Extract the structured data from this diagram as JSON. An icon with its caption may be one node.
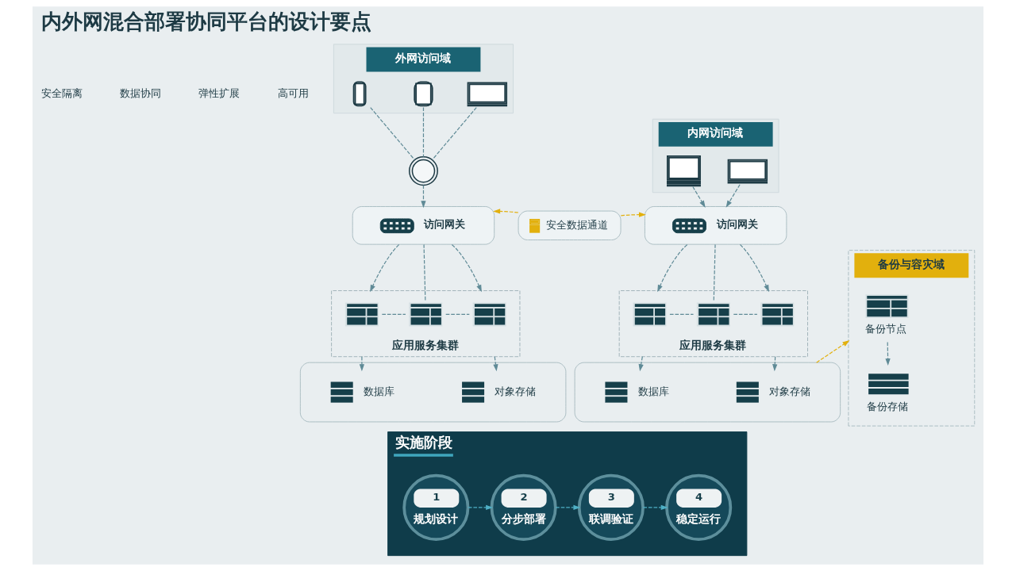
{
  "diagram": {
    "title": "内外网混合部署协同平台的设计要点",
    "nodes": [
      {
        "text": [
          "外网访问域"
        ]
      },
      {
        "text": [],
        "shape": "picture",
        "in": 0
      },
      {
        "text": [],
        "shape": "picture",
        "in": 0
      },
      {
        "text": [],
        "shape": "picture",
        "in": 0
      },
      {
        "text": [
          "内网访问域"
        ]
      },
      {
        "text": [],
        "shape": "picture",
        "in": 4
      },
      {
        "text": [],
        "shape": "picture",
        "in": 4
      },
      {
        "text": [],
        "shape": "circle"
      },
      {
        "text": [
          "访问网关"
        ]
      },
      {
        "text": [
          "安全数据通道"
        ]
      },
      {
        "text": [
          "访问网关"
        ]
      },
      {
        "text": [
          "备份与容灾域"
        ]
      },
      {
        "text": [
          "备份节点"
        ],
        "in": 11
      },
      {
        "text": [
          "备份存储"
        ],
        "in": 11
      },
      {
        "text": [
          "应用服务集群"
        ]
      },
      {
        "text": [],
        "shape": "picture",
        "in": 14
      },
      {
        "text": [],
        "shape": "picture",
        "in": 14
      },
      {
        "text": [],
        "shape": "picture",
        "in": 14
      },
      {
        "text": [
          "应用服务集群"
        ]
      },
      {
        "text": [],
        "shape": "picture",
        "in": 18
      },
      {
        "text": [],
        "shape": "picture",
        "in": 18
      },
      {
        "text": [],
        "shape": "picture",
        "in": 18
      },
      {
        "text": [],
        "shape": "box"
      },
      {
        "text": [
          "数据库"
        ],
        "in": 22
      },
      {
        "text": [
          "对象存储"
        ],
        "in": 22
      },
      {
        "text": [],
        "shape": "box"
      },
      {
        "text": [
          "数据库"
        ],
        "in": 25
      },
      {
        "text": [
          "对象存储"
        ],
        "in": 25
      },
      {
        "text": [
          "实施阶段"
        ]
      },
      {
        "text": [
          "1",
          "规划设计"
        ],
        "in": 28
      },
      {
        "text": [
          "2",
          "分步部署"
        ],
        "in": 28
      },
      {
        "text": [
          "3",
          "联调验证"
        ],
        "in": 28
      },
      {
        "text": [
          "4",
          "稳定运行"
        ],
        "in": 28
      }
    ],
    "edges": [
      {
        "from": 1,
        "to": 7,
        "arrow": "none",
        "style": "dashed"
      },
      {
        "from": 2,
        "to": 7,
        "arrow": "none",
        "style": "dashed"
      },
      {
        "from": 3,
        "to": 7,
        "arrow": "none",
        "style": "dashed"
      },
      {
        "from": 7,
        "to": 8,
        "arrow": "to",
        "style": "dashed"
      },
      {
        "from": 5,
        "to": 10,
        "arrow": "to",
        "style": "dashed"
      },
      {
        "from": 6,
        "to": 10,
        "arrow": "to",
        "style": "dashed"
      },
      {
        "from": 9,
        "to": 8,
        "arrow": "to",
        "style": "dashed",
        "color": "#e2b00d"
      },
      {
        "from": 9,
        "to": 10,
        "arrow": "to",
        "style": "dashed",
        "color": "#e2b00d"
      },
      {
        "from": 8,
        "to": 14,
        "arrow": "to",
        "style": "dashed"
      },
      {
        "from": 8,
        "to": 14,
        "arrow": "to",
        "style": "dashed"
      },
      {
        "from": 8,
        "to": 16,
        "arrow": "none",
        "style": "dashed"
      },
      {
        "from": 15,
        "to": 16,
        "arrow": "none",
        "style": "dashed"
      },
      {
        "from": 16,
        "to": 17,
        "arrow": "none",
        "style": "dashed"
      },
      {
        "from": 10,
        "to": 18,
        "arrow": "to",
        "style": "dashed"
      },
      {
        "from": 10,
        "to": 18,
        "arrow": "to",
        "style": "dashed"
      },
      {
        "from": 10,
        "to": 20,
        "arrow": "none",
        "style": "dashed"
      },
      {
        "from": 19,
        "to": 20,
        "arrow": "none",
        "style": "dashed"
      },
      {
        "from": 20,
        "to": 21,
        "arrow": "none",
        "style": "dashed"
      },
      {
        "from": 14,
        "to": 23,
        "arrow": "to",
        "style": "dashed"
      },
      {
        "from": 14,
        "to": 24,
        "arrow": "to",
        "style": "dashed"
      },
      {
        "from": 18,
        "to": 26,
        "arrow": "to",
        "style": "dashed"
      },
      {
        "from": 18,
        "to": 27,
        "arrow": "to",
        "style": "dashed"
      },
      {
        "from": 25,
        "to": 11,
        "arrow": "to",
        "style": "dashed",
        "color": "#e2b00d"
      },
      {
        "from": 12,
        "to": 13,
        "arrow": "to",
        "style": "dashed"
      },
      {
        "from": 29,
        "to": 30,
        "arrow": "to",
        "style": "dashed",
        "color": "#4fb0c6"
      },
      {
        "from": 30,
        "to": 31,
        "arrow": "to",
        "style": "dashed",
        "color": "#4fb0c6"
      },
      {
        "from": 31,
        "to": 32,
        "arrow": "to",
        "style": "dashed",
        "color": "#4fb0c6"
      }
    ],
    "labels": [
      "安全隔离",
      "数据协同",
      "弹性扩展",
      "高可用"
    ]
  }
}
